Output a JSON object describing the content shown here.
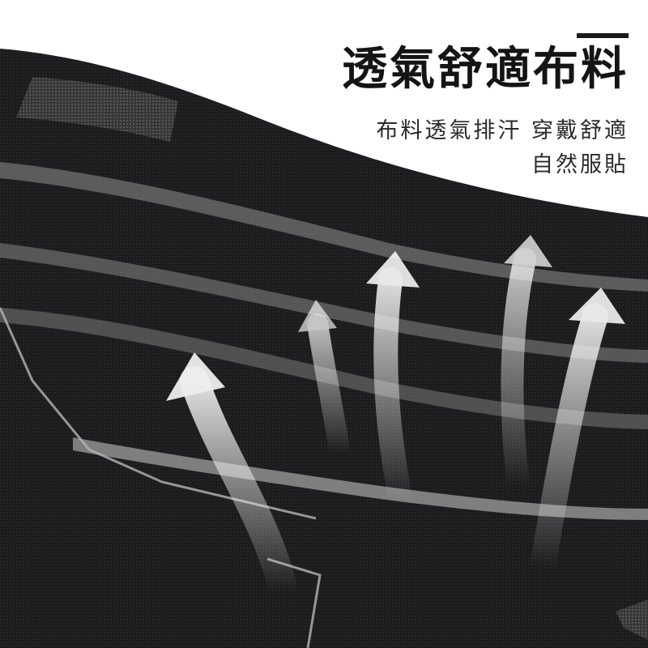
{
  "headline": "透氣舒適布料",
  "subtext": {
    "line1": "布料透氣排汗 穿戴舒適",
    "line2": "自然服貼"
  },
  "colors": {
    "fabric": "#1c1c1e",
    "stripe": "#9a9a9a",
    "text_dark": "#141414",
    "background": "#ffffff"
  },
  "icons": [
    "airflow-arrow-icon"
  ]
}
